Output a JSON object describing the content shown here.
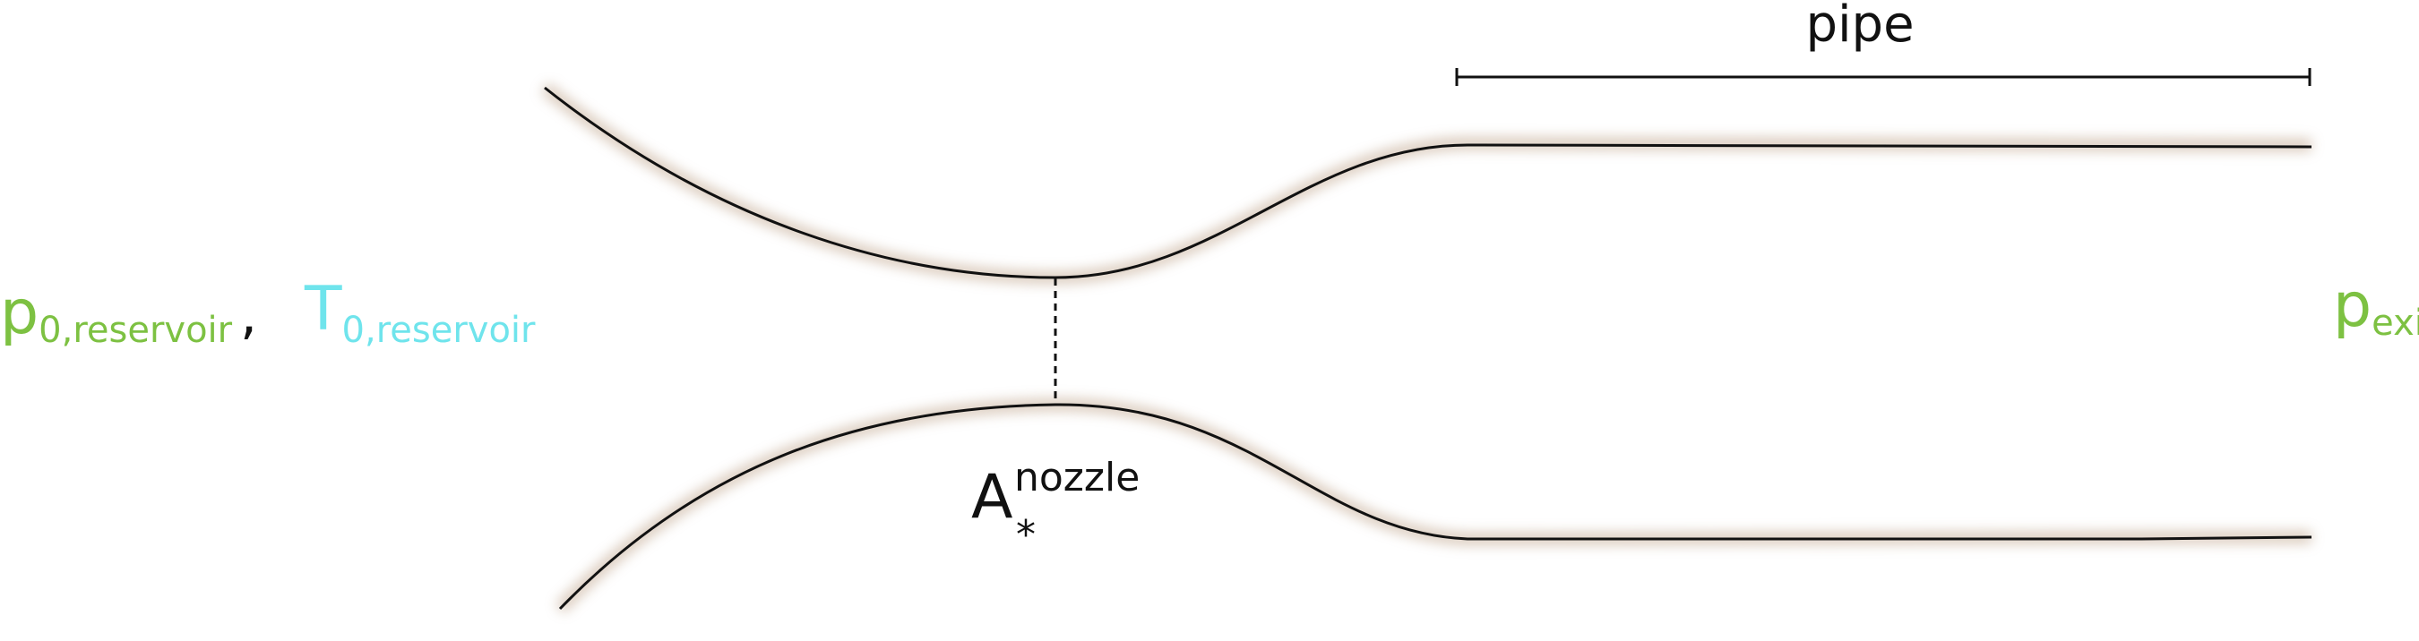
{
  "labels": {
    "pipe": "pipe",
    "inlet_pressure": {
      "base": "p",
      "sub": "0,reservoir"
    },
    "inlet_comma": ",",
    "inlet_temperature": {
      "base": "T",
      "sub": "0,reservoir"
    },
    "exit_pressure": {
      "base": "p",
      "sub": "exit"
    },
    "throat_area": {
      "base": "A",
      "sup": "nozzle",
      "sub": "*"
    }
  },
  "colors": {
    "pressure": "#7dc142",
    "temperature": "#6fe4ec",
    "wall": "#111111",
    "wall_shadow": "#cdb8a4",
    "text": "#111111"
  }
}
